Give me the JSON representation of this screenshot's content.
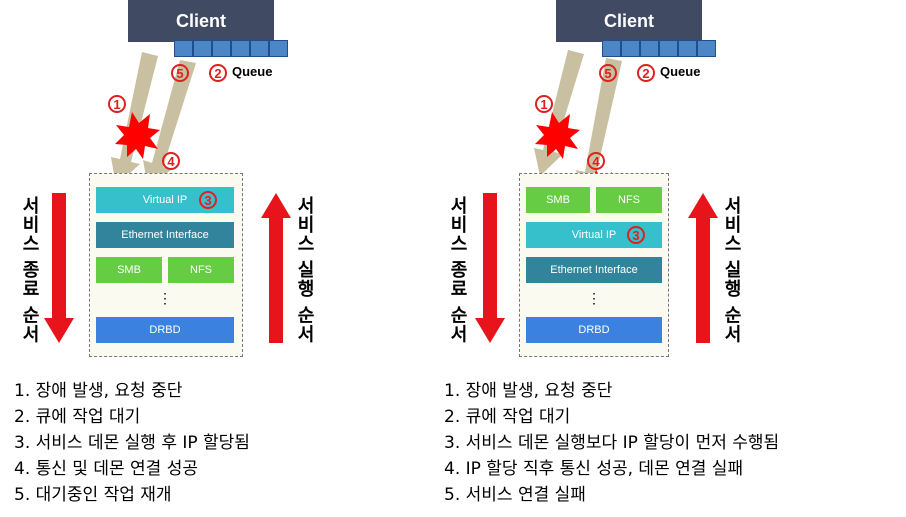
{
  "panels": [
    {
      "client": "Client",
      "queue_label": "Queue",
      "circled": {
        "n1": "1",
        "n2": "2",
        "n3": "3",
        "n4": "4",
        "n5": "5"
      },
      "layers": {
        "virtual_ip": "Virtual  IP",
        "ethernet": "Ethernet  Interface",
        "smb": "SMB",
        "nfs": "NFS",
        "dots": "⋮",
        "drbd": "DRBD"
      },
      "stop_order": "서비스 종료 순서",
      "start_order": "서비스 실행 순서",
      "steps": [
        "1. 장애 발생, 요청 중단",
        "2. 큐에 작업 대기",
        "3. 서비스 데몬 실행 후 IP 할당됨",
        "4. 통신 및 데몬 연결 성공",
        "5. 대기중인 작업 재개"
      ]
    },
    {
      "client": "Client",
      "queue_label": "Queue",
      "circled": {
        "n1": "1",
        "n2": "2",
        "n3": "3",
        "n4": "4",
        "n5": "5"
      },
      "layers": {
        "virtual_ip": "Virtual  IP",
        "ethernet": "Ethernet  Interface",
        "smb": "SMB",
        "nfs": "NFS",
        "dots": "⋮",
        "drbd": "DRBD"
      },
      "stop_order": "서비스 종료 순서",
      "start_order": "서비스 실행 순서",
      "steps": [
        "1. 장애 발생, 요청 중단",
        "2. 큐에 작업 대기",
        "3. 서비스 데몬 실행보다 IP 할당이 먼저 수행됨",
        "4. IP 할당 직후 통신 성공, 데몬 연결 실패",
        "5. 서비스 연결 실패"
      ]
    }
  ],
  "colors": {
    "client_bg": "#414a63",
    "queue_cell": "#4c86c6",
    "virtual_ip": "#35c0cc",
    "ethernet": "#31849b",
    "smb_nfs": "#66cc44",
    "drbd": "#3b82e0",
    "red_arrow": "#e8141b",
    "tan_arrow": "#c8c0a0",
    "circle": "#e02020"
  }
}
